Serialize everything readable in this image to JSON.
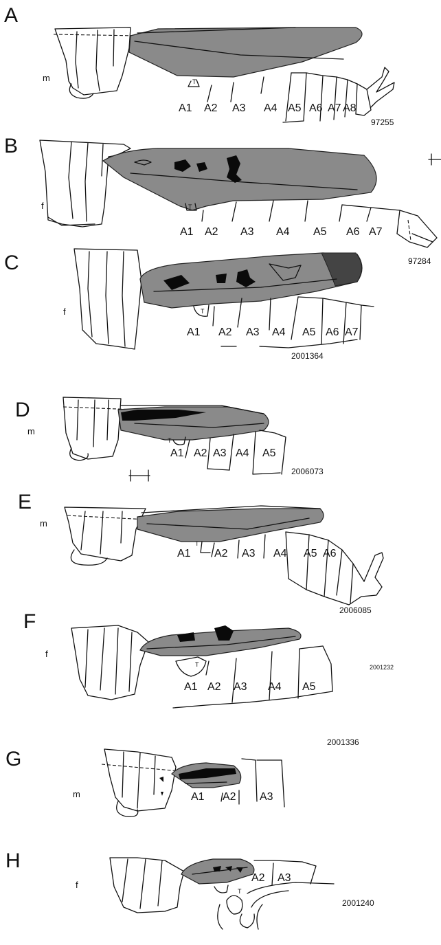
{
  "panels": [
    {
      "letter": "A",
      "sex": "m",
      "catalog": "97255",
      "segments": [
        "A1",
        "A2",
        "A3",
        "A4",
        "A5",
        "A6",
        "A7",
        "A8"
      ]
    },
    {
      "letter": "B",
      "sex": "f",
      "catalog": "97284",
      "segments": [
        "A1",
        "A2",
        "A3",
        "A4",
        "A5",
        "A6",
        "A7"
      ]
    },
    {
      "letter": "C",
      "sex": "f",
      "catalog": "2001364",
      "segments": [
        "A1",
        "A2",
        "A3",
        "A4",
        "A5",
        "A6",
        "A7"
      ]
    },
    {
      "letter": "D",
      "sex": "m",
      "catalog": "2006073",
      "segments": [
        "A1",
        "A2",
        "A3",
        "A4",
        "A5"
      ]
    },
    {
      "letter": "E",
      "sex": "m",
      "catalog": "2006085",
      "segments": [
        "A1",
        "A2",
        "A3",
        "A4",
        "A5",
        "A6"
      ]
    },
    {
      "letter": "F",
      "sex": "f",
      "catalog": "2001232",
      "segments": [
        "A1",
        "A2",
        "A3",
        "A4",
        "A5"
      ]
    },
    {
      "letter": "G",
      "sex": "m",
      "catalog": "2001336",
      "segments": [
        "A1",
        "A2",
        "A3"
      ]
    },
    {
      "letter": "H",
      "sex": "f",
      "catalog": "2001240",
      "segments": [
        "A2",
        "A3"
      ]
    }
  ],
  "tympanum_label": "T"
}
